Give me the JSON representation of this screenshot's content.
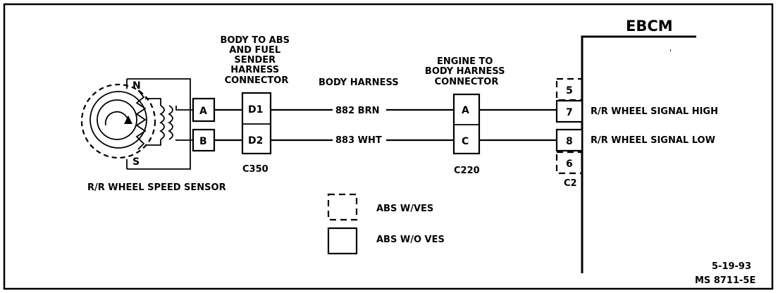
{
  "ebcm": {
    "title": "EBCM",
    "connector": "C2",
    "pins": [
      "5",
      "7",
      "8",
      "6"
    ]
  },
  "sensor": {
    "label": "R/R WHEEL SPEED SENSOR",
    "terminal_n": "N",
    "terminal_s": "S",
    "pins": [
      "A",
      "B"
    ]
  },
  "c350": {
    "title_lines": [
      "BODY TO ABS",
      "AND FUEL",
      "SENDER",
      "HARNESS",
      "CONNECTOR"
    ],
    "pins": [
      "D1",
      "D2"
    ],
    "id": "C350"
  },
  "body_harness": {
    "label": "BODY HARNESS",
    "wire1": "882 BRN",
    "wire2": "883 WHT"
  },
  "c220": {
    "title_lines": [
      "ENGINE TO",
      "BODY HARNESS",
      "CONNECTOR"
    ],
    "pins": [
      "A",
      "C"
    ],
    "id": "C220"
  },
  "signals": {
    "high": "R/R WHEEL SIGNAL HIGH",
    "low": "R/R WHEEL SIGNAL LOW"
  },
  "legend": {
    "with_ves": "ABS W/VES",
    "without_ves": "ABS W/O VES"
  },
  "footer": {
    "date": "5-19-93",
    "ref": "MS 8711-5E"
  }
}
